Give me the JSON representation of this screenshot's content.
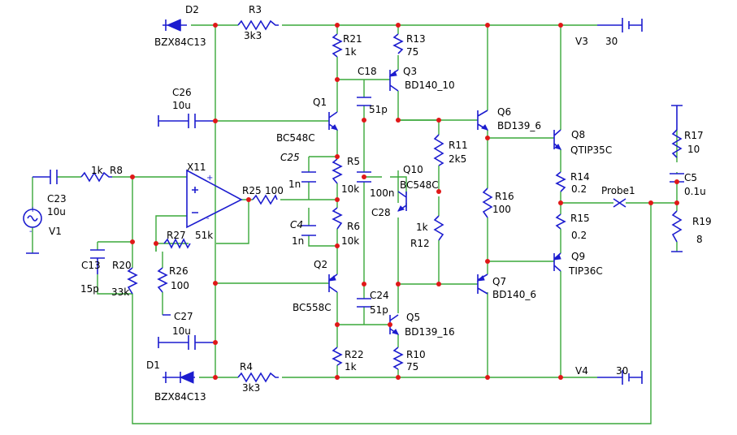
{
  "colors": {
    "wire": "#3aa83a",
    "component": "#1c1ccf",
    "node": "#e01818",
    "text": "#000000"
  },
  "labels": {
    "d2": "D2",
    "d2v": "BZX84C13",
    "r3": "R3",
    "r3v": "3k3",
    "r21": "R21",
    "r21v": "1k",
    "r13": "R13",
    "r13v": "75",
    "v3": "V3",
    "v3v": "30",
    "c18": "C18",
    "q3": "Q3",
    "q3v": "BD140_10",
    "c26": "C26",
    "c26v": "10u",
    "q1": "Q1",
    "c51a": "51p",
    "q6": "Q6",
    "q6v": "BD139_6",
    "bc548c": "BC548C",
    "r11": "R11",
    "r11v": "2k5",
    "q8": "Q8",
    "q8v": "QTIP35C",
    "r17": "R17",
    "r17v": "10",
    "c25": "C25",
    "r5": "R5",
    "x11": "X11",
    "plus": "+",
    "minus": "-",
    "q10": "Q10",
    "c5": "C5",
    "c5v": "0.1u",
    "r8v": "1k",
    "r8": "R8",
    "c25v": "1n",
    "r5v": "10k",
    "r14": "R14",
    "r14v": "0.2",
    "probe": "Probe1",
    "c23": "C23",
    "c23v": "10u",
    "r25": "R25",
    "r25v": "100",
    "c100n": "100n",
    "q10v": "BC548C",
    "c28": "C28",
    "r16": "R16",
    "r16v": "100",
    "r19": "R19",
    "r19v": "8",
    "v1": "V1",
    "c4": "C4",
    "r6": "R6",
    "r27": "R27",
    "r27v": "51k",
    "r12v": "1k",
    "r12": "R12",
    "r15": "R15",
    "r15v": "0.2",
    "c4v": "1n",
    "r6v": "10k",
    "c13": "C13",
    "r20": "R20",
    "q9": "Q9",
    "r26": "R26",
    "q2": "Q2",
    "q7": "Q7",
    "q9v": "TIP36C",
    "c13v": "15p",
    "r20v": "33k",
    "r26v": "100",
    "c24": "C24",
    "bc558c": "BC558C",
    "c51b": "51p",
    "q7v": "BD140_6",
    "c27": "C27",
    "q5": "Q5",
    "c27v": "10u",
    "q5v": "BD139_16",
    "r22": "R22",
    "r10": "R10",
    "d1": "D1",
    "v4": "V4",
    "v4v": "30",
    "r22v": "1k",
    "r10v": "75",
    "r4": "R4",
    "r4v": "3k3",
    "d1v": "BZX84C13"
  }
}
